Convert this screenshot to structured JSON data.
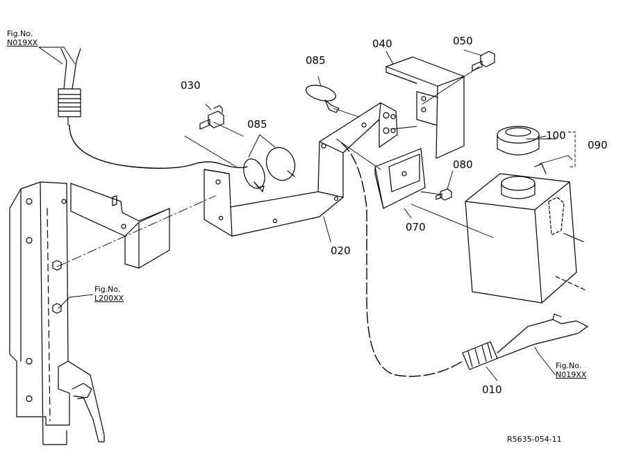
{
  "parts": [
    {
      "id": "p010",
      "label": "010"
    },
    {
      "id": "p020",
      "label": "020"
    },
    {
      "id": "p030",
      "label": "030"
    },
    {
      "id": "p040",
      "label": "040"
    },
    {
      "id": "p050",
      "label": "050"
    },
    {
      "id": "p070",
      "label": "070"
    },
    {
      "id": "p080",
      "label": "080"
    },
    {
      "id": "p085a",
      "label": "085"
    },
    {
      "id": "p085b",
      "label": "085"
    },
    {
      "id": "p090",
      "label": "090"
    },
    {
      "id": "p100",
      "label": "100"
    }
  ],
  "refs": [
    {
      "id": "ref-top-left",
      "line1": "Fig.No.",
      "line2": "N019XX"
    },
    {
      "id": "ref-mid-left",
      "line1": "Fig.No.",
      "line2": "L200XX"
    },
    {
      "id": "ref-bottom-right",
      "line1": "Fig.No.",
      "line2": "N019XX"
    }
  ],
  "drawing_code": "R5635-054-11"
}
